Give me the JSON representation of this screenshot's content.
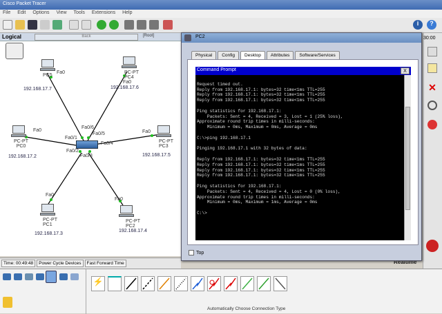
{
  "app": {
    "title": "Cisco Packet Tracer",
    "menus": [
      "File",
      "Edit",
      "Options",
      "View",
      "Tools",
      "Extensions",
      "Help"
    ]
  },
  "workspace": {
    "mode": "Logical",
    "back": "Back",
    "root": "[Root]"
  },
  "topology": {
    "devices": [
      {
        "id": "pc5",
        "name": "PC5",
        "port": "Fa0",
        "ip": "192.168.17.7"
      },
      {
        "id": "pc4",
        "name": "PC-PT\nPC4",
        "port": "Fa0",
        "ip": "192.168.17.6"
      },
      {
        "id": "pc0",
        "name": "PC-PT\nPC0",
        "port": "Fa0",
        "ip": "192.168.17.2"
      },
      {
        "id": "pc3",
        "name": "PC-PT\nPC3",
        "port": "Fa0",
        "ip": "192.168.17.5"
      },
      {
        "id": "pc1",
        "name": "PC-PT\nPC1",
        "port": "Fa0",
        "ip": "192.168.17.3"
      },
      {
        "id": "pc2",
        "name": "PC-PT\nPC2",
        "port": "Fa0",
        "ip": "192.168.17.4"
      }
    ],
    "switch_ports": [
      "Fa0/6",
      "Fa0/5",
      "Fa0/4",
      "Fa0/1",
      "Fa0/2",
      "Fa0/3"
    ]
  },
  "status": {
    "time": "Time: 00:49:48",
    "power": "Power Cycle Devices",
    "fastforward": "Fast Forward Time",
    "realtime": "Realtime",
    "connection": "Automatically Choose Connection Type"
  },
  "pc2": {
    "title": "PC2",
    "tabs": [
      "Physical",
      "Config",
      "Desktop",
      "Attributes",
      "Software/Services"
    ],
    "active_tab": "Desktop",
    "cmd_title": "Command Prompt",
    "close": "X",
    "top_label": "Top",
    "output": "\nRequest timed out.\nReply from 192.168.17.1: bytes=32 time<1ms TTL=255\nReply from 192.168.17.1: bytes=32 time<1ms TTL=255\nReply from 192.168.17.1: bytes=32 time<1ms TTL=255\n\nPing statistics for 192.168.17.1:\n    Packets: Sent = 4, Received = 3, Lost = 1 (25% loss),\nApproximate round trip times in milli-seconds:\n    Minimum = 0ms, Maximum = 0ms, Average = 0ms\n\nC:\\>ping 192.168.17.1\n\nPinging 192.168.17.1 with 32 bytes of data:\n\nReply from 192.168.17.1: bytes=32 time<1ms TTL=255\nReply from 192.168.17.1: bytes=32 time<1ms TTL=255\nReply from 192.168.17.1: bytes=32 time<1ms TTL=255\nReply from 192.168.17.1: bytes=32 time<1ms TTL=255\n\nPing statistics for 192.168.17.1:\n    Packets: Sent = 4, Received = 4, Lost = 0 (0% loss),\nApproximate round trip times in milli-seconds:\n    Minimum = 0ms, Maximum = 1ms, Average = 0ms\n\nC:\\>"
  },
  "clock": "30:00",
  "colors": {
    "link": "#000000",
    "port_dot": "#1fbf1f",
    "cmd_bar": "#0000cc"
  }
}
